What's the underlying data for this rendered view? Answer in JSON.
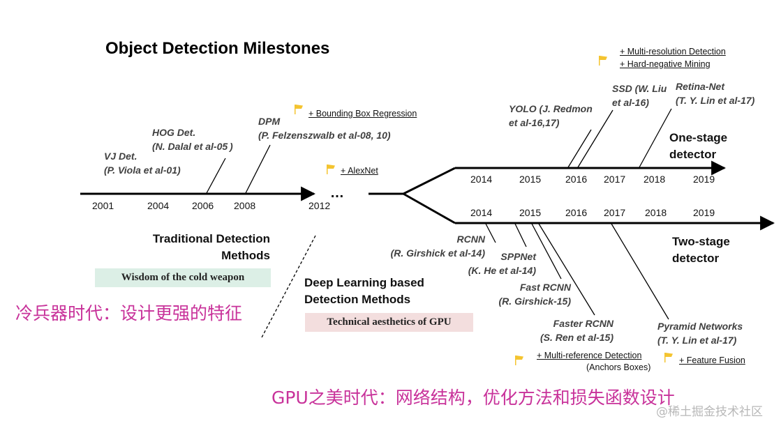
{
  "title": "Object Detection Milestones",
  "timeline": {
    "main_years": [
      "2001",
      "2004",
      "2006",
      "2008",
      "2012"
    ],
    "ellipsis": "…",
    "one_stage_years": [
      "2014",
      "2015",
      "2016",
      "2017",
      "2018",
      "2019"
    ],
    "two_stage_years": [
      "2014",
      "2015",
      "2016",
      "2017",
      "2018",
      "2019"
    ]
  },
  "traditional": {
    "vj": {
      "name": "VJ Det.",
      "author": "(P. Viola et al-01)"
    },
    "hog": {
      "name": "HOG Det.",
      "author": "(N. Dalal et al-05 )"
    },
    "dpm": {
      "name": "DPM",
      "author": "(P. Felzenszwalb et al-08, 10)"
    },
    "dpm_note": "+ Bounding Box Regression",
    "alexnet_note": "+ AlexNet",
    "header_line1": "Traditional Detection",
    "header_line2": "Methods",
    "badge": "Wisdom of the cold weapon",
    "chinese": "冷兵器时代：设计更强的特征"
  },
  "deep": {
    "header_line1": "Deep Learning based",
    "header_line2": "Detection Methods",
    "badge": "Technical aesthetics of GPU",
    "chinese": "GPU之美时代：网络结构，优化方法和损失函数设计"
  },
  "one_stage": {
    "label_line1": "One-stage",
    "label_line2": "detector",
    "yolo": {
      "name": "YOLO (J. Redmon",
      "author": "et al-16,17)"
    },
    "ssd": {
      "name": "SSD (W. Liu",
      "author": "et al-16)"
    },
    "retina": {
      "name": "Retina-Net",
      "author": "(T. Y. Lin et al-17)"
    },
    "ssd_note1": "+ Multi-resolution Detection",
    "ssd_note2": "+ Hard-negative Mining"
  },
  "two_stage": {
    "label_line1": "Two-stage",
    "label_line2": "detector",
    "rcnn": {
      "name": "RCNN",
      "author": "(R. Girshick et al-14)"
    },
    "sppnet": {
      "name": "SPPNet",
      "author": "(K. He et al-14)"
    },
    "fast": {
      "name": "Fast RCNN",
      "author": "(R. Girshick-15)"
    },
    "faster": {
      "name": "Faster RCNN",
      "author": "(S. Ren et al-15)"
    },
    "fpn": {
      "name": "Pyramid Networks",
      "author": "(T. Y. Lin et al-17)"
    },
    "faster_note": "+ Multi-reference Detection",
    "faster_note2": "(Anchors Boxes)",
    "fpn_note": "+ Feature Fusion"
  },
  "watermark": "@稀土掘金技术社区",
  "colors": {
    "chinese_text": "#c8329a",
    "badge_green": "#dcefe6",
    "badge_pink": "#f3dede",
    "flag": "#f4c430"
  }
}
